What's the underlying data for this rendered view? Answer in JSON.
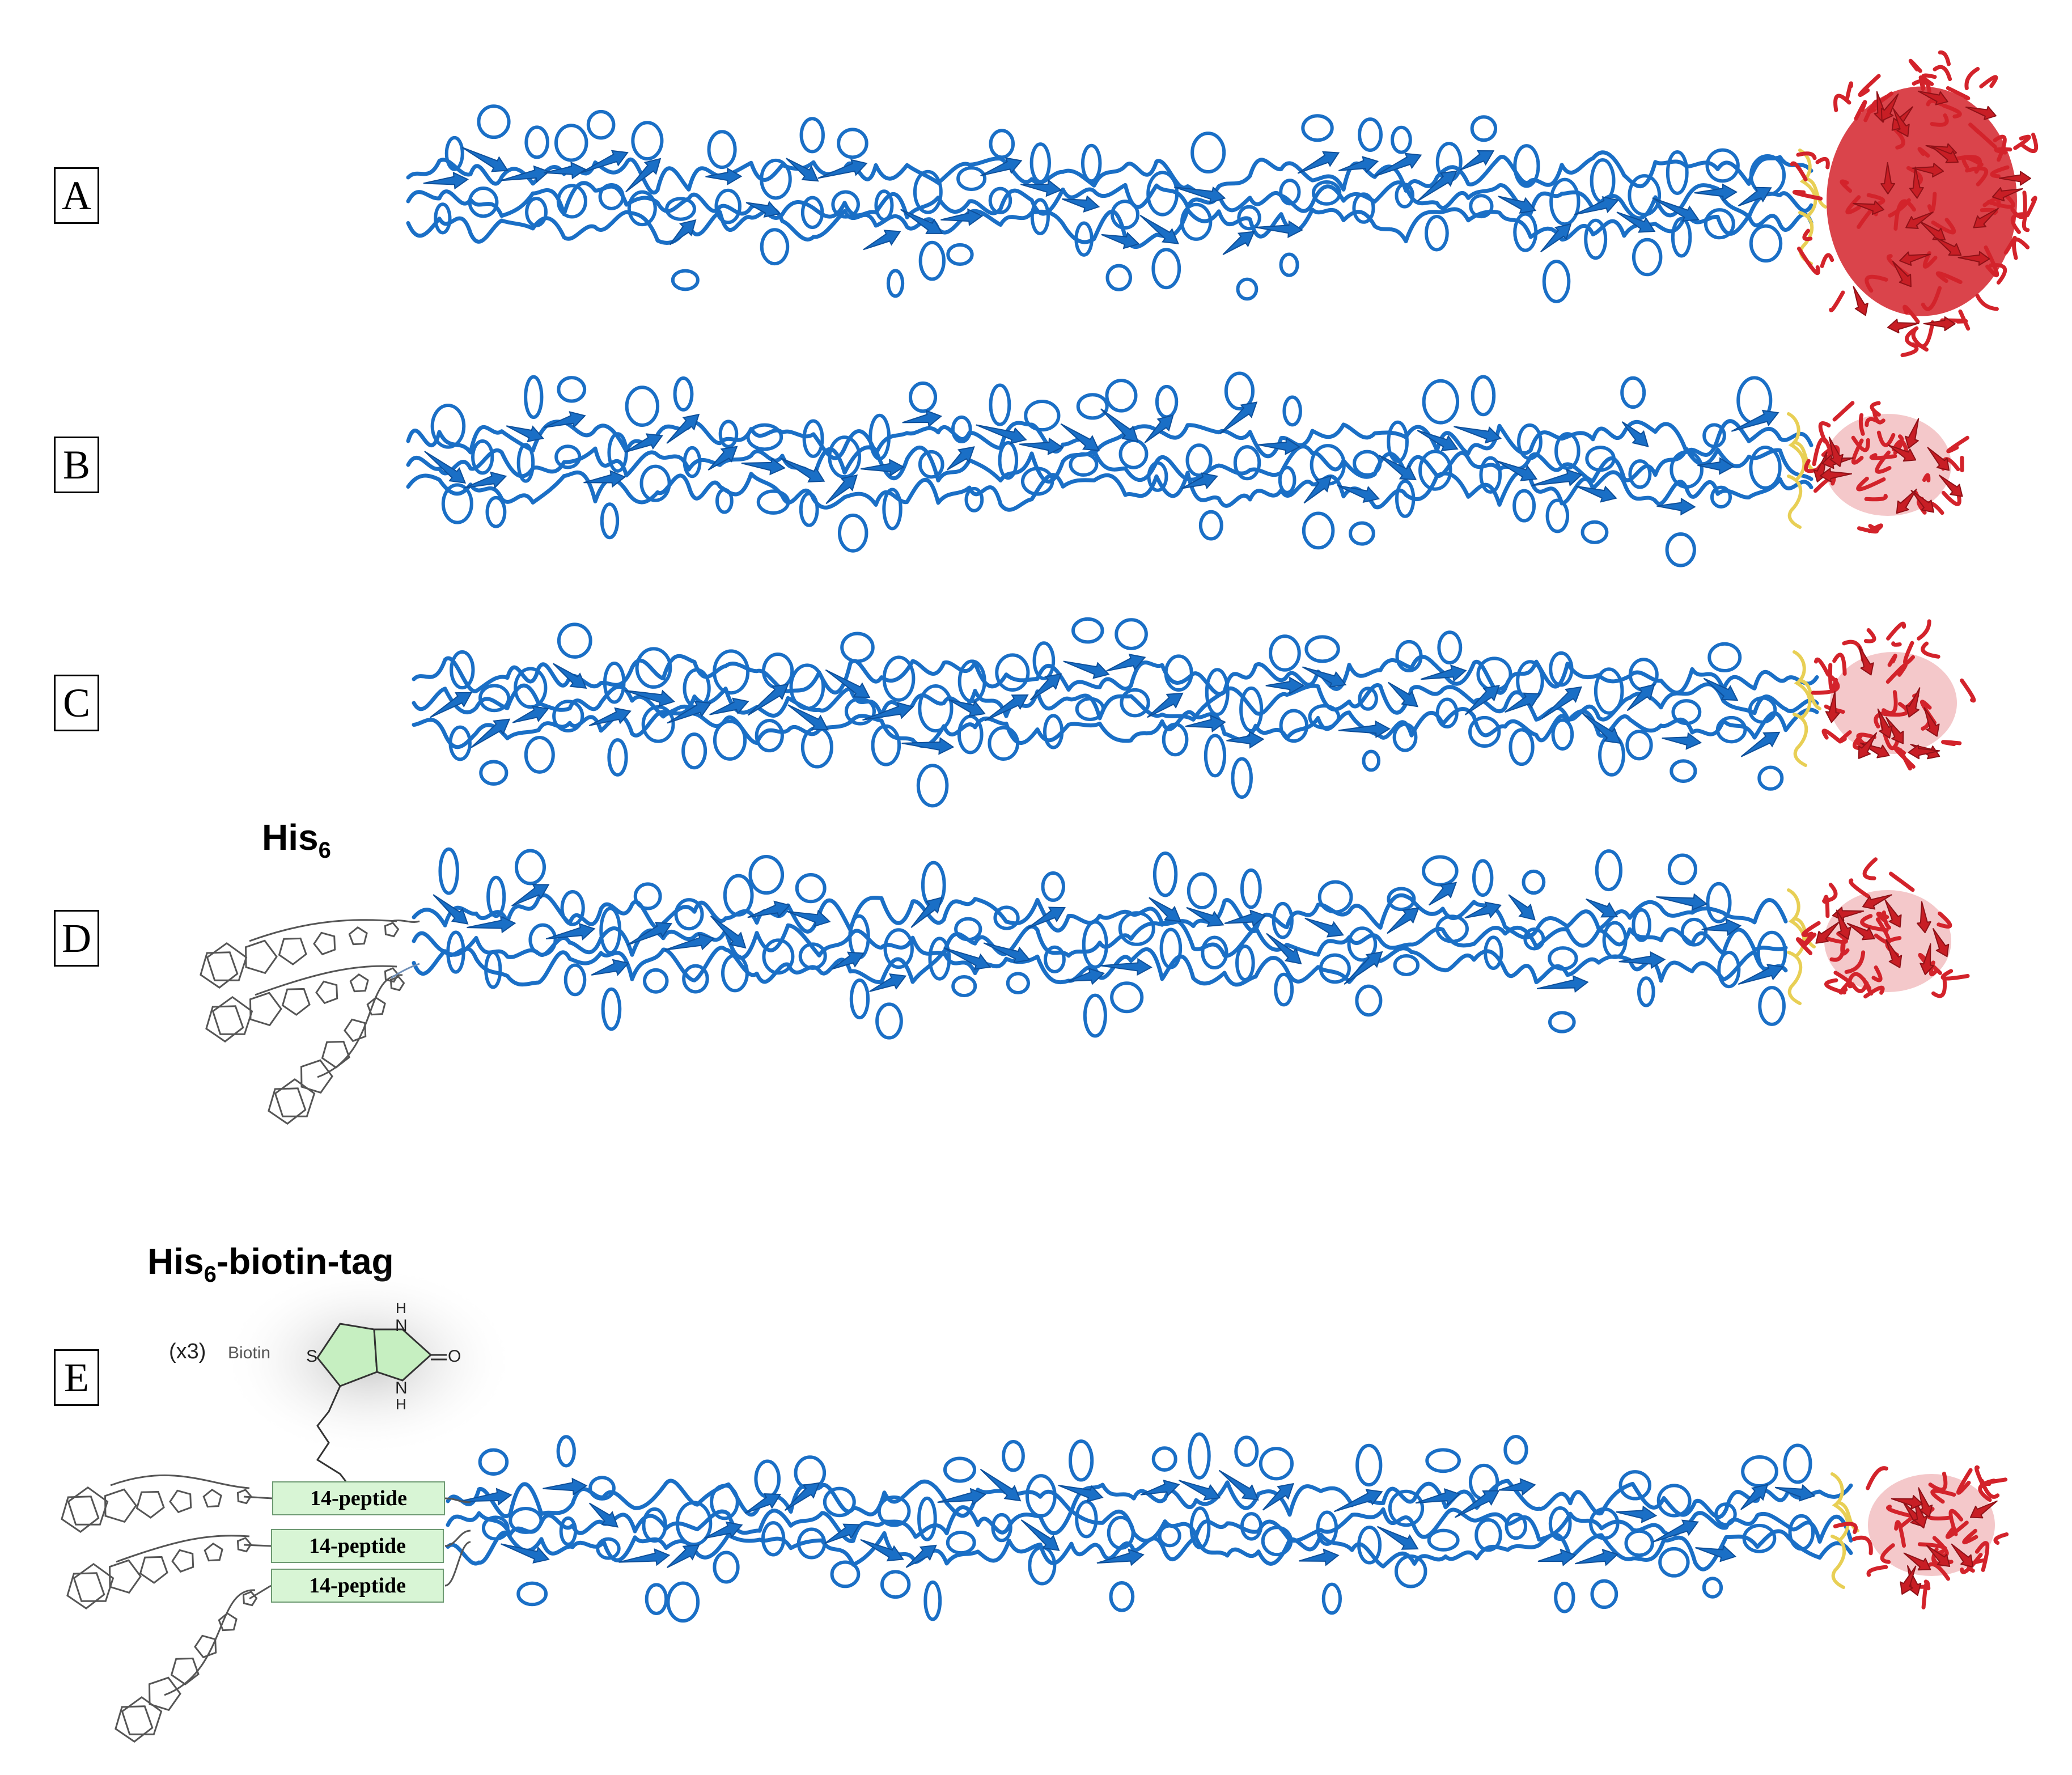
{
  "panels": [
    {
      "id": "A",
      "label": "A"
    },
    {
      "id": "B",
      "label": "B"
    },
    {
      "id": "C",
      "label": "C"
    },
    {
      "id": "D",
      "label": "D"
    },
    {
      "id": "E",
      "label": "E"
    }
  ],
  "his_tag": {
    "title": "His",
    "subscript": "6"
  },
  "biotin_tag": {
    "title_prefix": "His",
    "subscript": "6",
    "title_suffix": "-biotin-tag"
  },
  "biotin": {
    "multiplier": "(x3)",
    "label": "Biotin",
    "atom_s": "S",
    "atom_h1": "H",
    "atom_n1": "N",
    "atom_o": "O",
    "atom_n2": "N",
    "atom_h2": "H"
  },
  "peptides": [
    "14-peptide",
    "14-peptide",
    "14-peptide"
  ],
  "colors": {
    "fiber_shaft": "#1a6fc6",
    "linker": "#e8cf55",
    "knob": "#d3232b",
    "tag_lines": "#555555",
    "peptide_fill": "#d8f5d5"
  }
}
